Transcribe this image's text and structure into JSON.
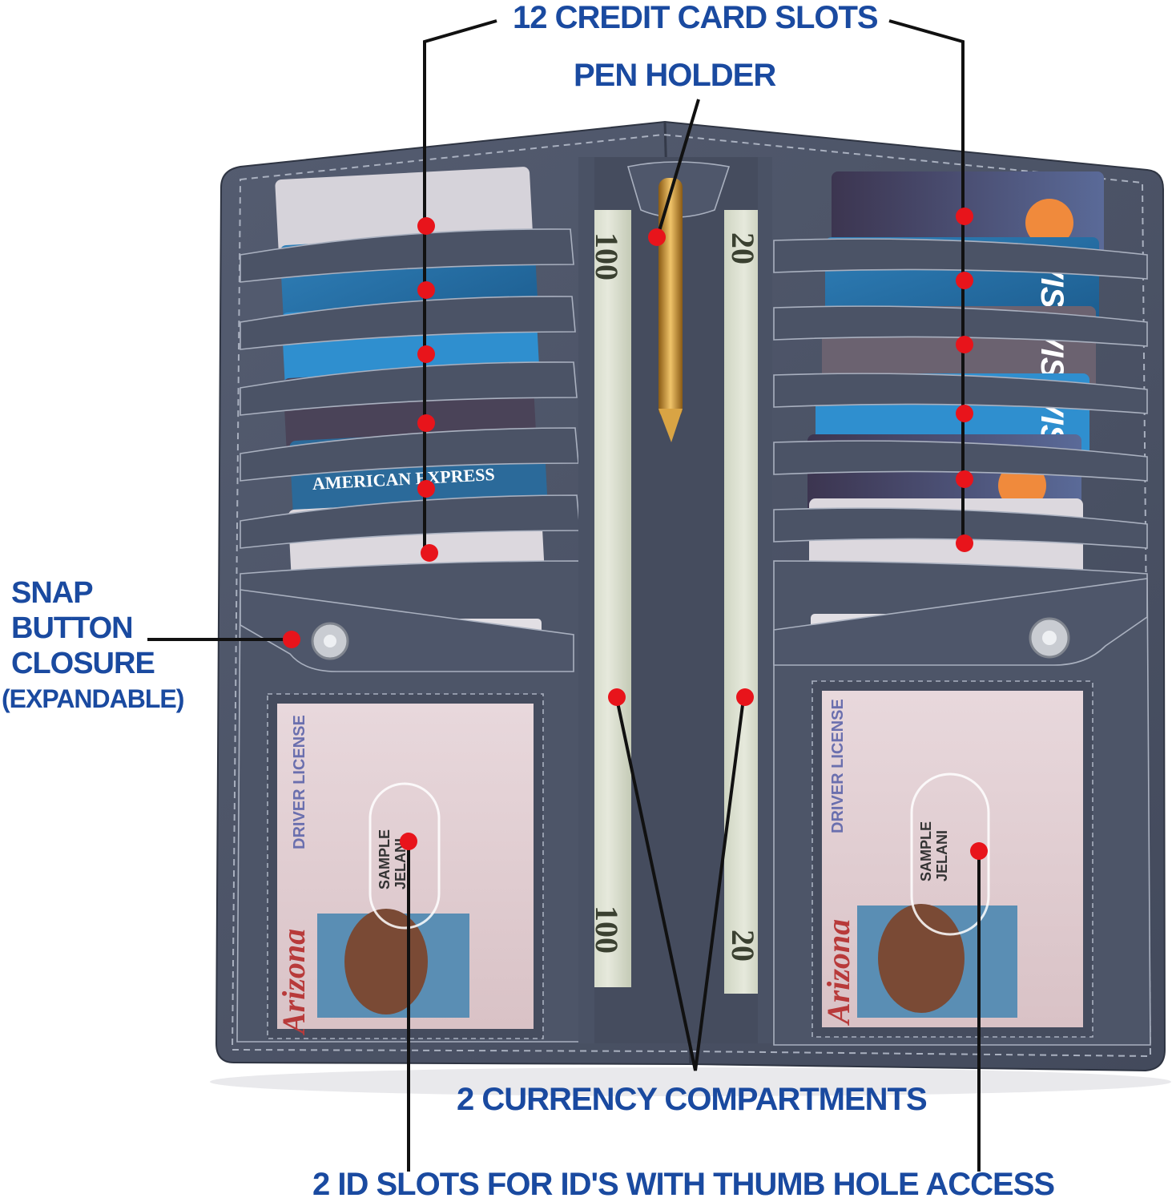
{
  "labels": {
    "credit_card_slots": "12 CREDIT CARD SLOTS",
    "pen_holder": "PEN HOLDER",
    "snap_line1": "SNAP",
    "snap_line2": "BUTTON",
    "snap_line3": "CLOSURE",
    "snap_line4": "(EXPANDABLE)",
    "currency": "2 CURRENCY COMPARTMENTS",
    "id_slots": "2 ID SLOTS FOR ID'S WITH THUMB HOLE ACCESS"
  },
  "card_text": {
    "amex": "AMERICAN EXPRESS",
    "visa": "VISA",
    "license": "DRIVER LICENSE",
    "state": "Arizona",
    "sample": "SAMPLE",
    "jelani": "JELANI"
  },
  "colors": {
    "label_blue": "#1a4aa0",
    "leather": "#4b5366",
    "leather_dark": "#3a4152",
    "stitch": "#a9b0bf",
    "marker_red": "#e8141b",
    "leader_black": "#111111"
  }
}
